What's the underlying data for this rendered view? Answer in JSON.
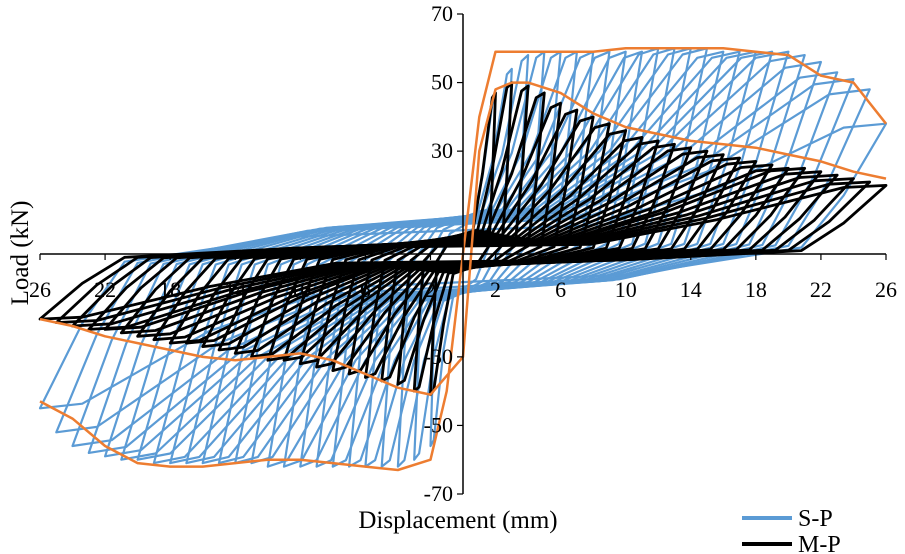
{
  "chart_data": {
    "type": "line",
    "title": "",
    "xlabel": "Displacement (mm)",
    "ylabel": "Load (kN)",
    "xlim": [
      -26,
      26
    ],
    "ylim": [
      -70,
      70
    ],
    "x_ticks": [
      -26,
      -22,
      -18,
      -14,
      -10,
      -6,
      -2,
      2,
      6,
      10,
      14,
      18,
      22,
      26
    ],
    "x_tick_labels": [
      "26",
      "22",
      "18",
      "14",
      "10",
      "6",
      "2",
      "2",
      "6",
      "10",
      "14",
      "18",
      "22",
      "26"
    ],
    "y_ticks": [
      -70,
      -50,
      -30,
      30,
      50,
      70
    ],
    "y_tick_labels": [
      "-70",
      "-50",
      "-30",
      "30",
      "50",
      "70"
    ],
    "grid": false,
    "legend_position": "bottom-right",
    "series": [
      {
        "name": "S-P",
        "color": "#5b9bd5",
        "kind": "hysteresis",
        "peak_positive_load": 60,
        "peak_negative_load": -64,
        "cycle_amplitudes": [
          2,
          3,
          4,
          5,
          6,
          7,
          8,
          9,
          10,
          11,
          12,
          13,
          14,
          15,
          16,
          17,
          18,
          19,
          20,
          21,
          22,
          23,
          24,
          25,
          26
        ],
        "positive_peaks": [
          45,
          54,
          58,
          59,
          59,
          59,
          59,
          59,
          59,
          59,
          60,
          60,
          60,
          60,
          59,
          59,
          59,
          59,
          59,
          58,
          56,
          53,
          51,
          48,
          38
        ],
        "negative_peaks": [
          -56,
          -60,
          -62,
          -62,
          -62,
          -62,
          -62,
          -62,
          -62,
          -62,
          -62,
          -61,
          -61,
          -61,
          -61,
          -61,
          -61,
          -61,
          -60,
          -60,
          -59,
          -58,
          -56,
          -52,
          -45
        ]
      },
      {
        "name": "M-P",
        "color": "#000000",
        "kind": "hysteresis",
        "peak_positive_load": 50,
        "peak_negative_load": -41,
        "cycle_amplitudes": [
          2,
          3,
          4,
          5,
          6,
          7,
          8,
          9,
          10,
          11,
          12,
          13,
          14,
          15,
          16,
          17,
          18,
          19,
          20,
          21,
          22,
          23,
          24,
          25,
          26
        ],
        "positive_peaks": [
          47,
          50,
          49,
          47,
          44,
          42,
          40,
          38,
          36,
          34,
          33,
          32,
          31,
          30,
          29,
          28,
          27,
          26,
          25,
          25,
          24,
          23,
          22,
          21,
          20
        ],
        "negative_peaks": [
          -41,
          -40,
          -38,
          -37,
          -36,
          -35,
          -34,
          -33,
          -32,
          -31,
          -31,
          -30,
          -29,
          -28,
          -27,
          -26,
          -26,
          -25,
          -24,
          -23,
          -22,
          -22,
          -21,
          -20,
          -19
        ]
      }
    ],
    "envelopes": [
      {
        "color": "#ed7d31",
        "x": [
          -26,
          -24,
          -22,
          -20,
          -18,
          -16,
          -14,
          -12,
          -10,
          -8,
          -6,
          -4,
          -2,
          -1,
          0,
          1,
          2,
          4,
          6,
          8,
          10,
          12,
          14,
          16,
          18,
          20,
          22,
          24,
          26
        ],
        "y": [
          -43,
          -48,
          -56,
          -61,
          -62,
          -62,
          -61,
          -60,
          -60,
          -61,
          -62,
          -63,
          -60,
          -40,
          0,
          40,
          59,
          59,
          59,
          59,
          60,
          60,
          60,
          60,
          59,
          58,
          52,
          50,
          38
        ]
      },
      {
        "color": "#ed7d31",
        "x": [
          -26,
          -24,
          -22,
          -20,
          -18,
          -16,
          -14,
          -12,
          -10,
          -8,
          -6,
          -4,
          -2,
          0,
          1,
          2,
          3,
          4,
          6,
          8,
          10,
          12,
          14,
          16,
          18,
          20,
          22,
          24,
          26
        ],
        "y": [
          -19,
          -21,
          -24,
          -26,
          -28,
          -30,
          -31,
          -30,
          -29,
          -31,
          -35,
          -39,
          -41,
          -30,
          30,
          48,
          50,
          50,
          47,
          41,
          37,
          35,
          33,
          32,
          31,
          29,
          27,
          24,
          22
        ]
      }
    ]
  }
}
